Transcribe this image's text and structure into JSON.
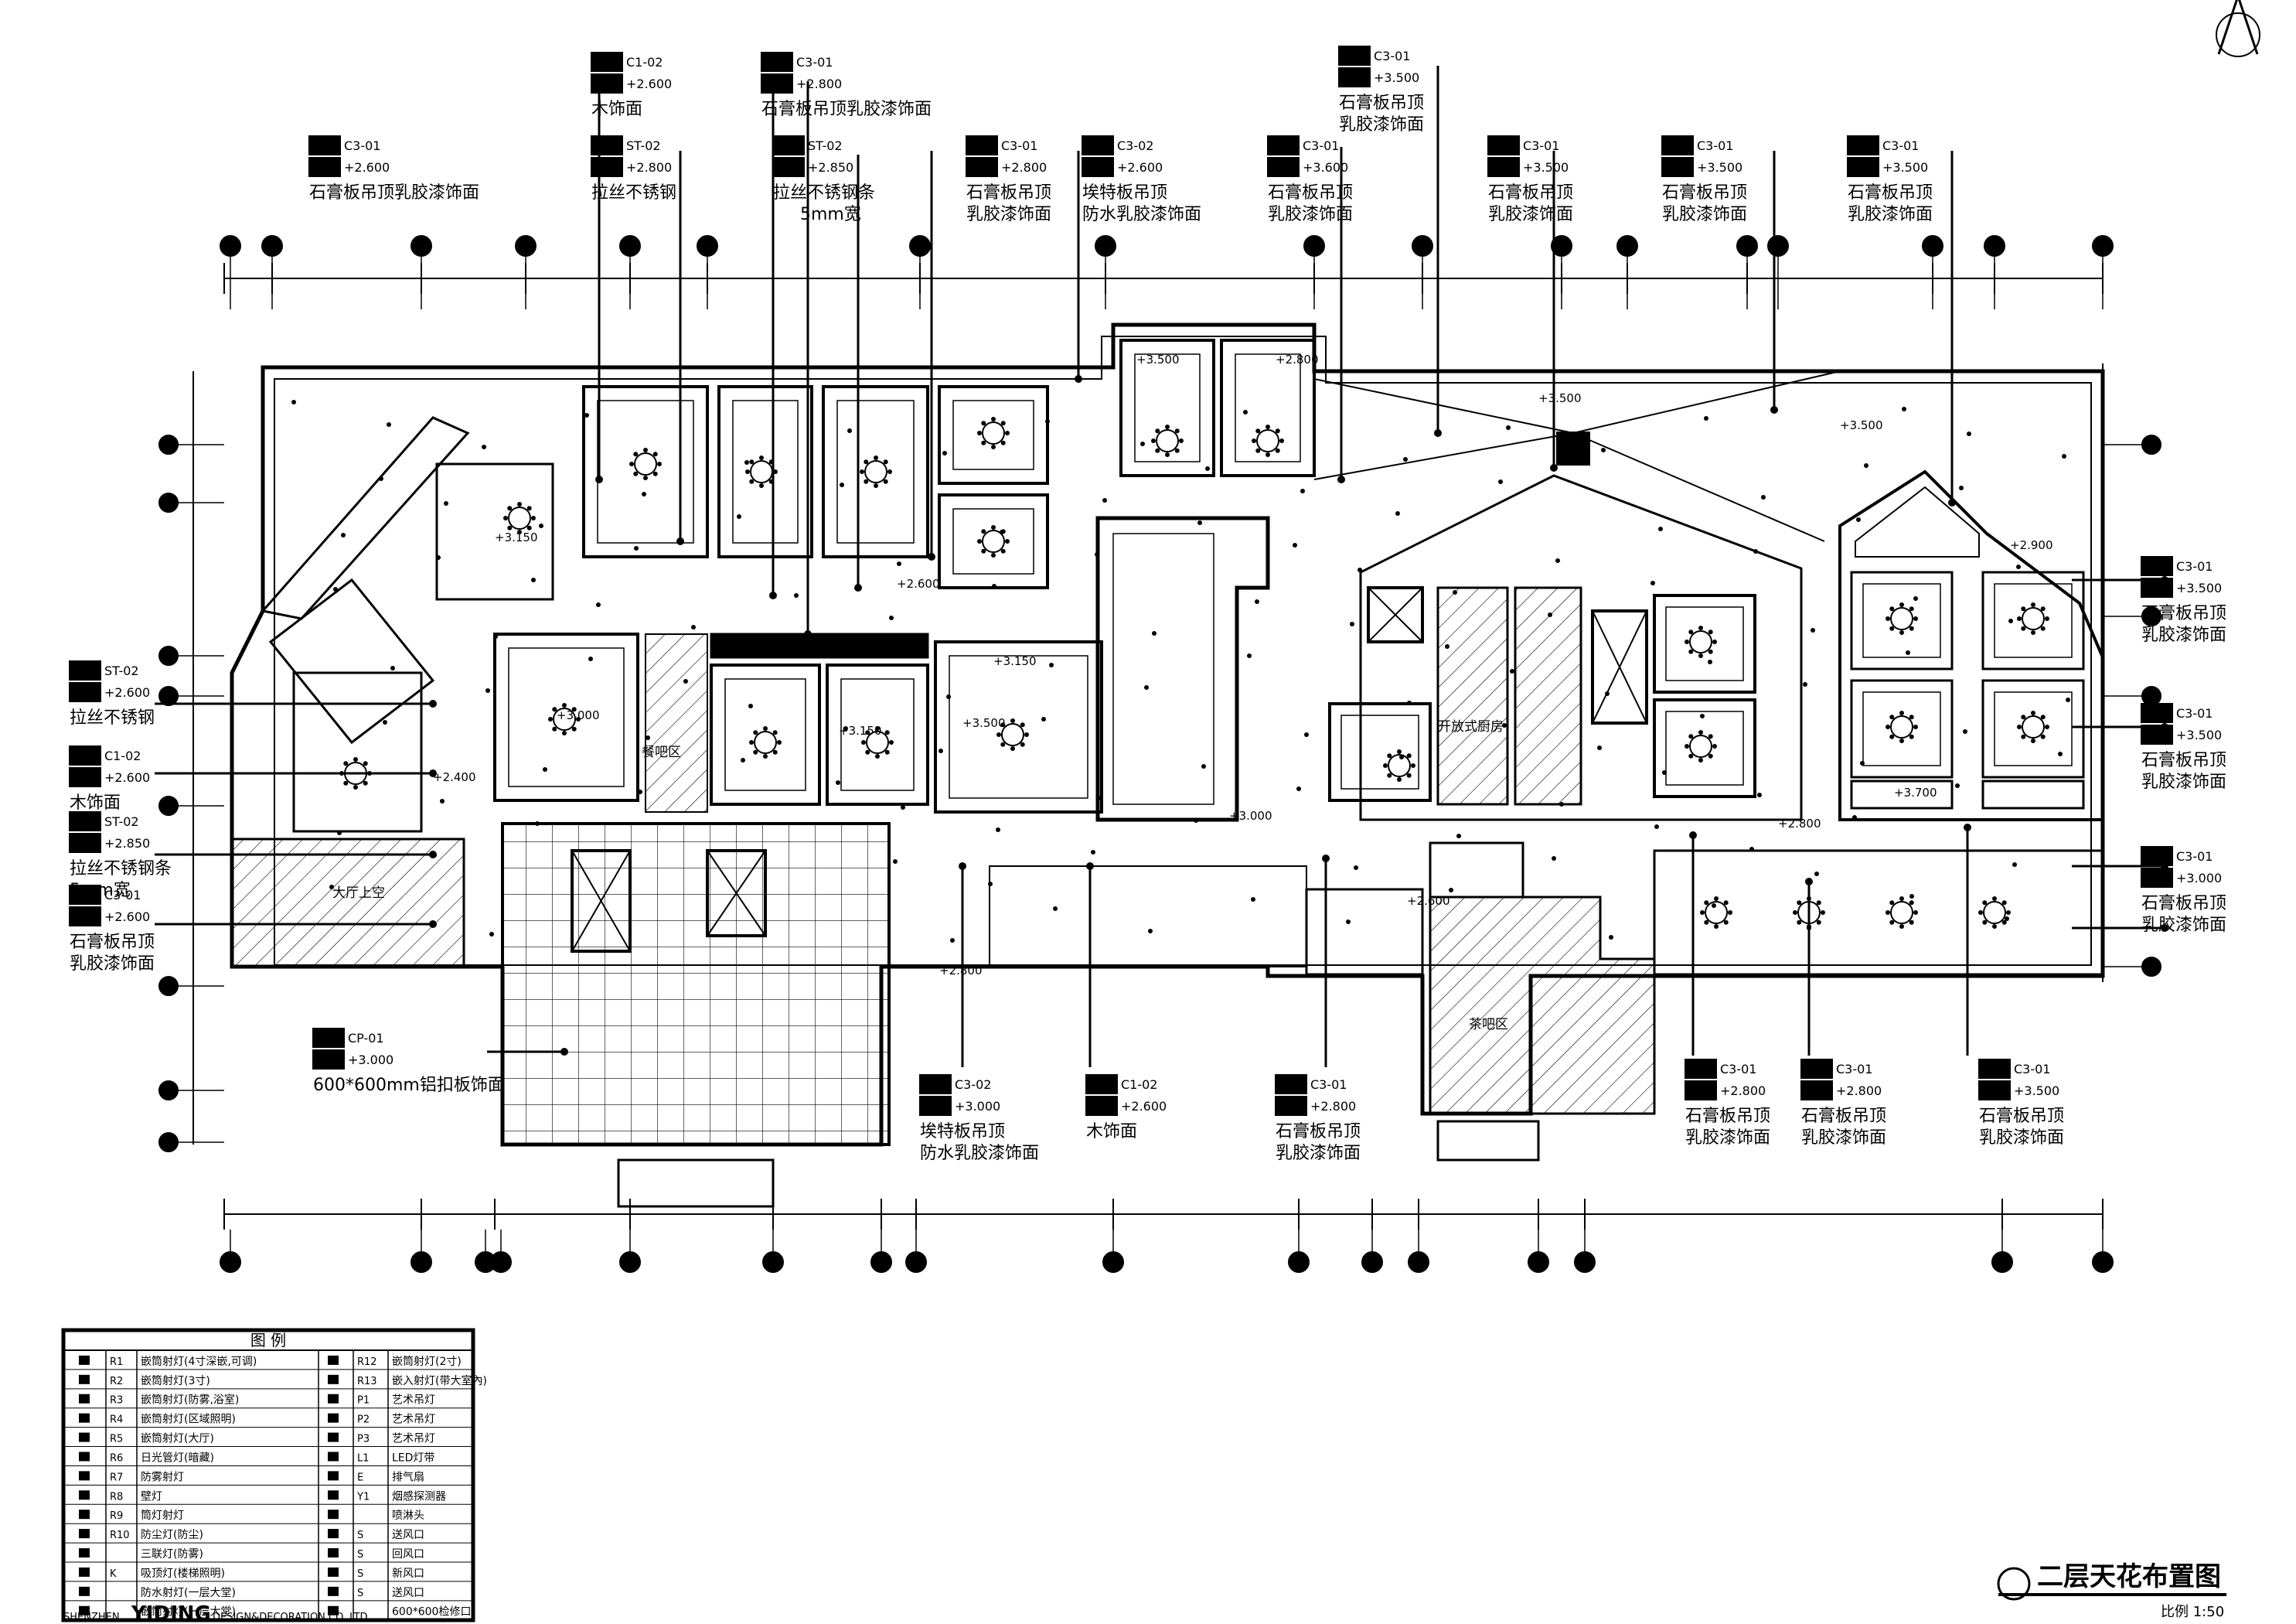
{
  "title": "二层天花布置图",
  "scale": "比例 1:50",
  "company": {
    "prefix": "SHENZHEN",
    "name": "YIDING",
    "suffix": "DESIGN&DECORATION CO.,LTD."
  },
  "legend": {
    "title": "图 例",
    "rows": [
      {
        "code": "R1",
        "desc": "嵌筒射灯(4寸深嵌,可调)",
        "code2": "R12",
        "desc2": "嵌筒射灯(2寸)"
      },
      {
        "code": "R2",
        "desc": "嵌筒射灯(3寸)",
        "code2": "R13",
        "desc2": "嵌入射灯(带大室內)"
      },
      {
        "code": "R3",
        "desc": "嵌筒射灯(防雾,浴室)",
        "code2": "P1",
        "desc2": "艺术吊灯"
      },
      {
        "code": "R4",
        "desc": "嵌筒射灯(区域照明)",
        "code2": "P2",
        "desc2": "艺术吊灯"
      },
      {
        "code": "R5",
        "desc": "嵌筒射灯(大厅)",
        "code2": "P3",
        "desc2": "艺术吊灯"
      },
      {
        "code": "R6",
        "desc": "日光管灯(暗藏)",
        "code2": "L1",
        "desc2": "LED灯带"
      },
      {
        "code": "R7",
        "desc": "防雾射灯",
        "code2": "E",
        "desc2": "排气扇"
      },
      {
        "code": "R8",
        "desc": "壁灯",
        "code2": "Y1",
        "desc2": "烟感探测器"
      },
      {
        "code": "R9",
        "desc": "筒灯射灯",
        "code2": "",
        "desc2": "喷淋头"
      },
      {
        "code": "R10",
        "desc": "防尘灯(防尘)",
        "code2": "S",
        "desc2": "送风口"
      },
      {
        "code": "",
        "desc": "三联灯(防雾)",
        "code2": "S",
        "desc2": "回风口"
      },
      {
        "code": "K",
        "desc": "吸顶灯(楼梯照明)",
        "code2": "S",
        "desc2": "新风口"
      },
      {
        "code": "",
        "desc": "防水射灯(一层大堂)",
        "code2": "S",
        "desc2": "送风口"
      },
      {
        "code": "",
        "desc": "嵌筒射灯(一层大堂)",
        "code2": "",
        "desc2": "600*600检修口"
      }
    ]
  },
  "callouts": [
    {
      "tag": "C1-02",
      "level": "+2.600",
      "text": "木饰面"
    },
    {
      "tag": "C3-01",
      "level": "+2.800",
      "text": "石膏板吊顶乳胶漆饰面"
    },
    {
      "tag": "C3-01",
      "level": "+2.600",
      "text": "石膏板吊顶乳胶漆饰面"
    },
    {
      "tag": "ST-02",
      "level": "+2.800",
      "text": "拉丝不锈钢"
    },
    {
      "tag": "ST-02",
      "level": "+2.850",
      "text": "拉丝不锈钢条"
    },
    {
      "tag": "",
      "level": "",
      "text": "5mm宽"
    },
    {
      "tag": "C3-01",
      "level": "+2.800",
      "text": "石膏板吊顶"
    },
    {
      "tag": "",
      "level": "",
      "text": "乳胶漆饰面"
    },
    {
      "tag": "C3-02",
      "level": "+2.600",
      "text": "埃特板吊顶"
    },
    {
      "tag": "",
      "level": "",
      "text": "防水乳胶漆饰面"
    },
    {
      "tag": "C3-01",
      "level": "+3.600",
      "text": "石膏板吊顶"
    },
    {
      "tag": "",
      "level": "",
      "text": "乳胶漆饰面"
    },
    {
      "tag": "C3-01",
      "level": "+3.500",
      "text": "石膏板吊顶"
    },
    {
      "tag": "",
      "level": "",
      "text": "乳胶漆饰面"
    },
    {
      "tag": "C3-01",
      "level": "+3.500",
      "text": "石膏板吊顶"
    },
    {
      "tag": "",
      "level": "",
      "text": "乳胶漆饰面"
    },
    {
      "tag": "C3-01",
      "level": "+3.500",
      "text": "石膏板吊顶"
    },
    {
      "tag": "",
      "level": "",
      "text": "乳胶漆饰面"
    },
    {
      "tag": "C3-01",
      "level": "+3.500",
      "text": "石膏板吊顶"
    },
    {
      "tag": "",
      "level": "",
      "text": "乳胶漆饰面"
    },
    {
      "tag": "ST-02",
      "level": "+2.600",
      "text": "拉丝不锈钢"
    },
    {
      "tag": "C1-02",
      "level": "+2.600",
      "text": "木饰面"
    },
    {
      "tag": "ST-02",
      "level": "+2.850",
      "text": "拉丝不锈钢条"
    },
    {
      "tag": "",
      "level": "",
      "text": "5mm宽"
    },
    {
      "tag": "C3-01",
      "level": "+2.600",
      "text": "石膏板吊顶"
    },
    {
      "tag": "",
      "level": "",
      "text": "乳胶漆饰面"
    },
    {
      "tag": "CP-01",
      "level": "+3.000",
      "text": "600*600mm铝扣板饰面"
    },
    {
      "tag": "C3-01",
      "level": "+3.500",
      "text": "石膏板吊顶"
    },
    {
      "tag": "",
      "level": "",
      "text": "乳胶漆饰面"
    },
    {
      "tag": "C3-01",
      "level": "+3.500",
      "text": "石膏板吊顶"
    },
    {
      "tag": "",
      "level": "",
      "text": "乳胶漆饰面"
    },
    {
      "tag": "C3-01",
      "level": "+3.000",
      "text": "石膏板吊顶"
    },
    {
      "tag": "",
      "level": "",
      "text": "乳胶漆饰面"
    },
    {
      "tag": "C3-02",
      "level": "+3.000",
      "text": "埃特板吊顶"
    },
    {
      "tag": "",
      "level": "",
      "text": "防水乳胶漆饰面"
    },
    {
      "tag": "C1-02",
      "level": "+2.600",
      "text": "木饰面"
    },
    {
      "tag": "C3-01",
      "level": "+2.800",
      "text": "石膏板吊顶"
    },
    {
      "tag": "",
      "level": "",
      "text": "乳胶漆饰面"
    },
    {
      "tag": "C3-01",
      "level": "+2.800",
      "text": "石膏板吊顶"
    },
    {
      "tag": "",
      "level": "",
      "text": "乳胶漆饰面"
    },
    {
      "tag": "C3-01",
      "level": "+2.800",
      "text": "石膏板吊顶"
    },
    {
      "tag": "",
      "level": "",
      "text": "乳胶漆饰面"
    },
    {
      "tag": "C3-01",
      "level": "+3.500",
      "text": "石膏板吊顶"
    },
    {
      "tag": "",
      "level": "",
      "text": "乳胶漆饰面"
    }
  ],
  "levels": [
    "+3.150",
    "+3.500",
    "+2.800",
    "+3.000",
    "+2.600",
    "+3.150",
    "+3.500",
    "+2.400",
    "+3.150",
    "+3.500",
    "+3.000",
    "+2.800",
    "+2.600",
    "+2.800",
    "+3.700",
    "+3.500",
    "+2.900"
  ],
  "room_labels": [
    "餐吧区",
    "开放式厨房",
    "茶吧区",
    "大厅上空"
  ]
}
